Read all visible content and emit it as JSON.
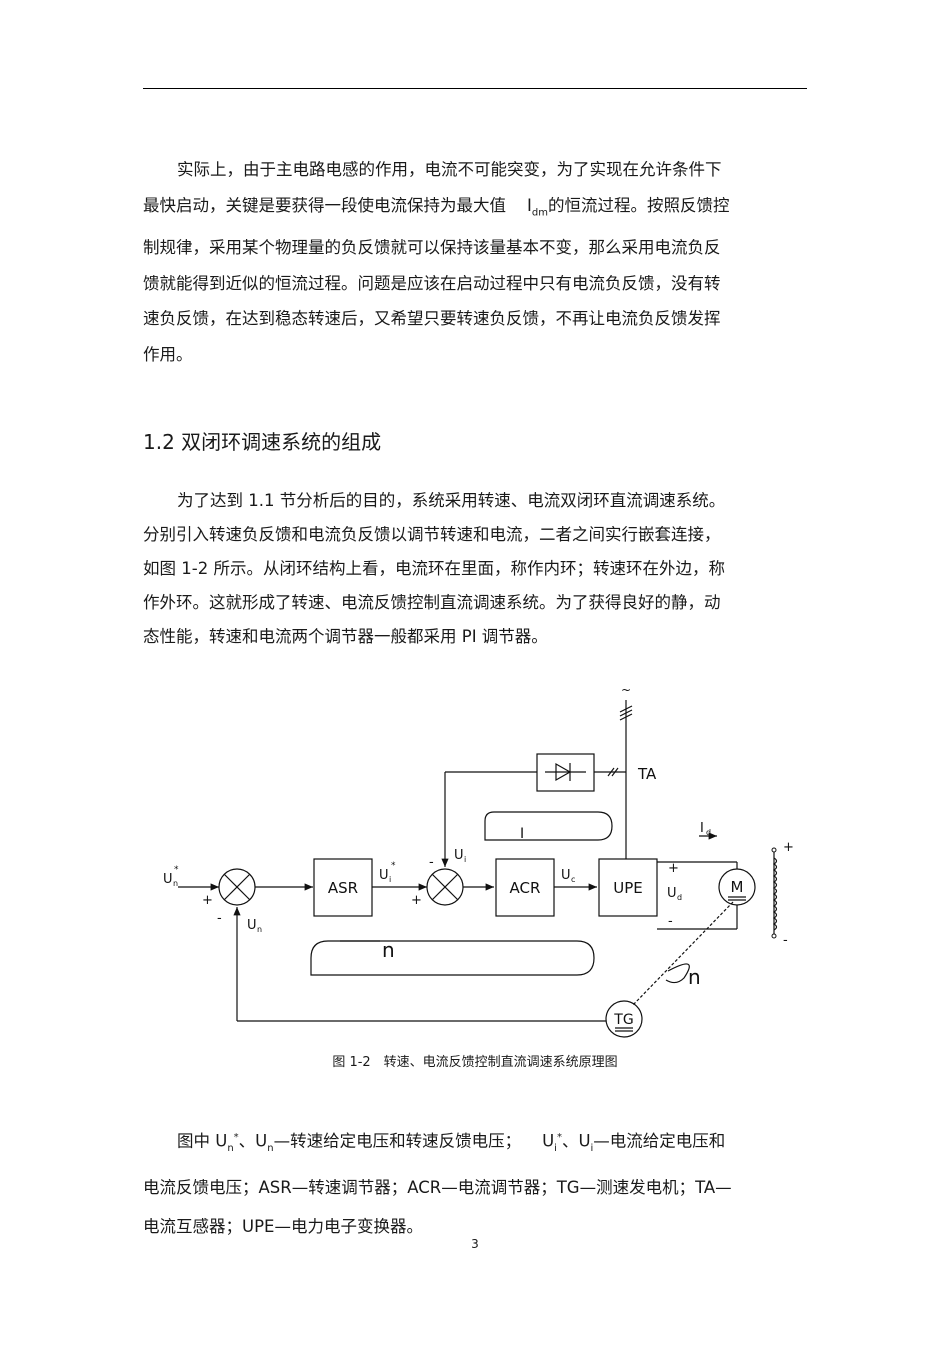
{
  "para1": {
    "line1": "实际上，由于主电路电感的作用，电流不可能突变，为了实现在允许条件下",
    "line2a": "最快启动，关键是要获得一段使电流保持为最大值",
    "line2_sym": "I",
    "line2_sub": "dm",
    "line2b": "的恒流过程。按照反馈控",
    "line3": "制规律，采用某个物理量的负反馈就可以保持该量基本不变，那么采用电流负反",
    "line4": "馈就能得到近似的恒流过程。问题是应该在启动过程中只有电流负反馈，没有转",
    "line5": "速负反馈，在达到稳态转速后，又希望只要转速负反馈，不再让电流负反馈发挥",
    "line6": "作用。"
  },
  "heading": "1.2 双闭环调速系统的组成",
  "para2": {
    "line1": "为了达到 1.1 节分析后的目的，系统采用转速、电流双闭环直流调速系统。",
    "line2": "分别引入转速负反馈和电流负反馈以调节转速和电流，二者之间实行嵌套连接，",
    "line3": "如图 1-2 所示。从闭环结构上看，电流环在里面，称作内环；转速环在外边，称",
    "line4": "作外环。这就形成了转速、电流反馈控制直流调速系统。为了获得良好的静，动",
    "line5": "态性能，转速和电流两个调节器一般都采用 PI 调节器。"
  },
  "diagram": {
    "blocks": {
      "asr": "ASR",
      "acr": "ACR",
      "upe": "UPE",
      "tg": "TG",
      "motor": "M"
    },
    "labels": {
      "un_star": "U",
      "un_star_sub": "n",
      "star": "*",
      "un": "U",
      "un_sub": "n",
      "ui_star": "U",
      "ui_star_sub": "i",
      "ui": "U",
      "ui_sub": "i",
      "uc": "U",
      "uc_sub": "c",
      "ud": "U",
      "ud_sub": "d",
      "id": "I",
      "id_sub": "d",
      "ta": "TA",
      "plus": "+",
      "minus": "-",
      "current_loop": "I",
      "speed_loop": "n",
      "motor_speed": "n"
    }
  },
  "caption": "图 1-2　转速、电流反馈控制直流调速系统原理图",
  "para3": {
    "l1_a": "图中 ",
    "l1_un": "U",
    "l1_un_sub": "n",
    "l1_star": "*",
    "l1_b": "、",
    "l1_un2": "U",
    "l1_un2_sub": "n",
    "l1_c": "—转速给定电压和转速反馈电压；",
    "l1_ui": "U",
    "l1_ui_sub": "i",
    "l1_star2": "*",
    "l1_d": "、",
    "l1_ui2": "U",
    "l1_ui2_sub": "i",
    "l1_e": "—电流给定电压和",
    "line2": "电流反馈电压；ASR—转速调节器；ACR—电流调节器；TG—测速发电机；TA—",
    "line3": "电流互感器；UPE—电力电子变换器。"
  },
  "page_number": "3"
}
